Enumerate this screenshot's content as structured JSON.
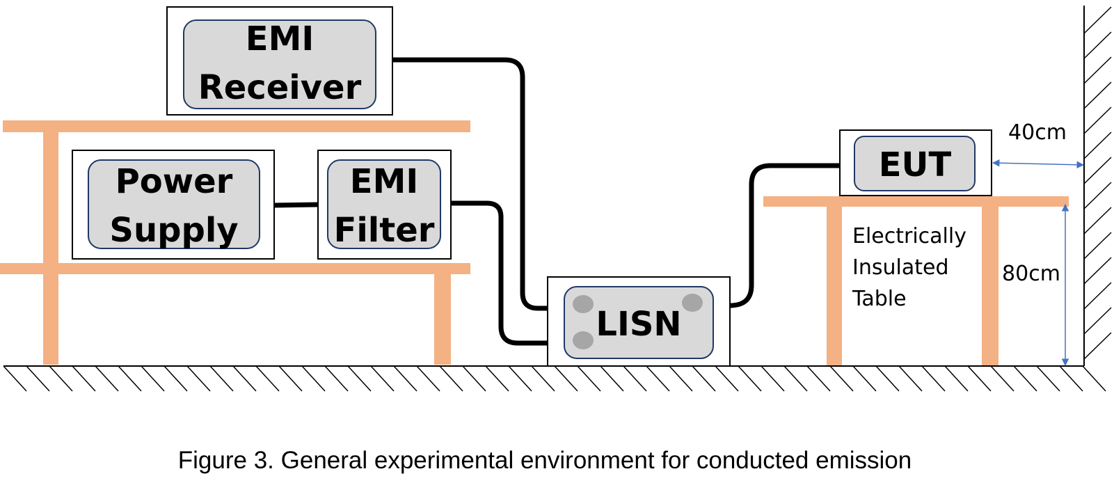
{
  "devices": {
    "emi_receiver": {
      "line1": "EMI",
      "line2": "Receiver"
    },
    "power_supply": {
      "line1": "Power",
      "line2": "Supply"
    },
    "emi_filter": {
      "line1": "EMI",
      "line2": "Filter"
    },
    "lisn": {
      "label": "LISN"
    },
    "eut": {
      "label": "EUT"
    }
  },
  "table_label": {
    "line1": "Electrically",
    "line2": "Insulated",
    "line3": "Table"
  },
  "dimensions": {
    "wall_distance": "40cm",
    "table_height": "80cm"
  },
  "caption": "Figure 3. General experimental environment for conducted emission",
  "colors": {
    "furniture": "#f4b183",
    "device_fill": "#d9d9d9",
    "device_border": "#1f3864",
    "cable": "#000000",
    "dimension_arrow": "#4472c4",
    "lisn_dots": "#a6a6a6"
  }
}
